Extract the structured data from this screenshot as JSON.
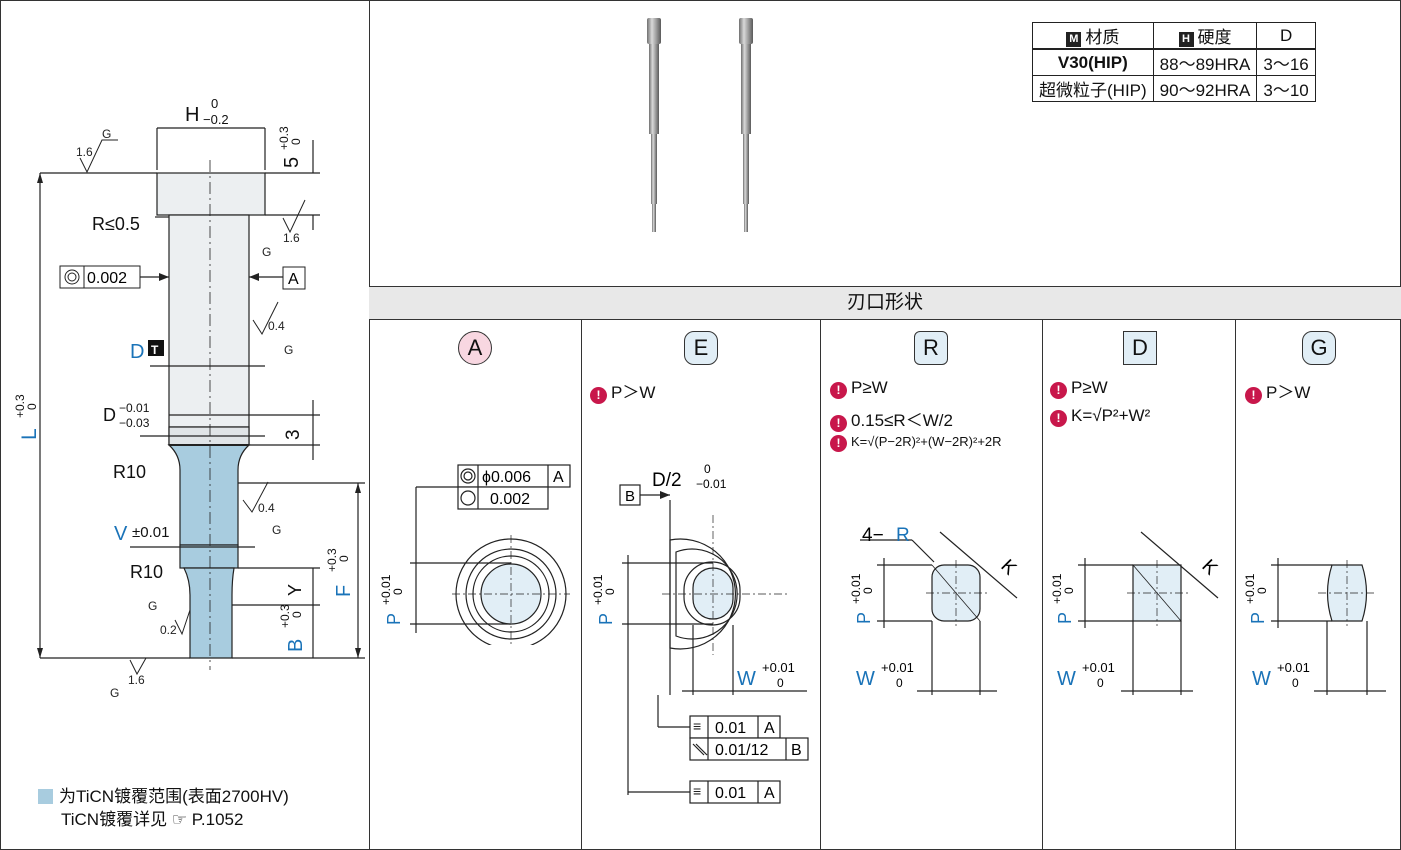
{
  "material_table": {
    "headers": [
      "材质",
      "硬度",
      "D"
    ],
    "header_badges": [
      "M",
      "H"
    ],
    "rows": [
      {
        "material": "V30(HIP)",
        "hardness": "88～89HRA",
        "d": "3～16"
      },
      {
        "material": "超微粒子(HIP)",
        "hardness": "90～92HRA",
        "d": "3～10"
      }
    ]
  },
  "shape_section_title": "刃口形状",
  "left_drawing": {
    "H": "H",
    "H_upper": "0",
    "H_lower": "−0.2",
    "five": "5",
    "five_upper": "+0.3",
    "five_lower": "0",
    "L": "L",
    "L_upper": "+0.3",
    "L_lower": "0",
    "R_max": "R≤0.5",
    "runout_value": "0.002",
    "datum_A": "A",
    "D_label": "D",
    "D_badge": "T",
    "D_tol": "D",
    "D_upper": "−0.01",
    "D_lower": "−0.03",
    "three": "3",
    "R10_top": "R10",
    "R10_bottom": "R10",
    "V": "V",
    "V_tol": "±0.01",
    "Y": "Y",
    "F": "F",
    "F_upper": "+0.3",
    "F_lower": "0",
    "B": "B",
    "B_upper": "+0.3",
    "B_lower": "0",
    "rough_16": "1.6",
    "rough_04": "0.4",
    "rough_02": "0.2",
    "rough_G": "G"
  },
  "legend": {
    "line1": "为TiCN镀覆范围(表面2700HV)",
    "line2": "TiCN镀覆详见 ☞ P.1052",
    "coating_color": "#a8ccdf"
  },
  "shapes": [
    {
      "letter": "A",
      "bg": "#f8d7e1",
      "notes": []
    },
    {
      "letter": "E",
      "bg": "#e1eef6",
      "notes": [
        "P＞W"
      ]
    },
    {
      "letter": "R",
      "bg": "#e1eef6",
      "notes": [
        "P≥W",
        "0.15≤R＜W/2",
        "K=√(P−2R)²+(W−2R)²+2R"
      ]
    },
    {
      "letter": "D",
      "bg": "#e1eef6",
      "notes": [
        "P≥W",
        "K=√P²+W²"
      ]
    },
    {
      "letter": "G",
      "bg": "#e1eef6",
      "notes": [
        "P＞W"
      ]
    }
  ],
  "shape_A": {
    "concentricity": "ϕ0.006",
    "datum": "A",
    "roundness": "0.002",
    "P": "P",
    "P_upper": "+0.01",
    "P_lower": "0"
  },
  "shape_E": {
    "datum": "B",
    "half": "D/2",
    "half_upper": "0",
    "half_lower": "−0.01",
    "P": "P",
    "P_upper": "+0.01",
    "P_lower": "0",
    "W": "W",
    "W_upper": "+0.01",
    "W_lower": "0",
    "sym1": "0.01",
    "sym1_datum": "A",
    "par": "0.01/12",
    "par_datum": "B",
    "sym2": "0.01",
    "sym2_datum": "A"
  },
  "shape_R": {
    "corner": "4−",
    "R": "R",
    "K": "K",
    "P": "P",
    "P_upper": "+0.01",
    "P_lower": "0",
    "W": "W",
    "W_upper": "+0.01",
    "W_lower": "0"
  },
  "shape_D": {
    "K": "K",
    "P": "P",
    "P_upper": "+0.01",
    "P_lower": "0",
    "W": "W",
    "W_upper": "+0.01",
    "W_lower": "0"
  },
  "shape_G": {
    "P": "P",
    "P_upper": "+0.01",
    "P_lower": "0",
    "W": "W",
    "W_upper": "+0.01",
    "W_lower": "0"
  }
}
